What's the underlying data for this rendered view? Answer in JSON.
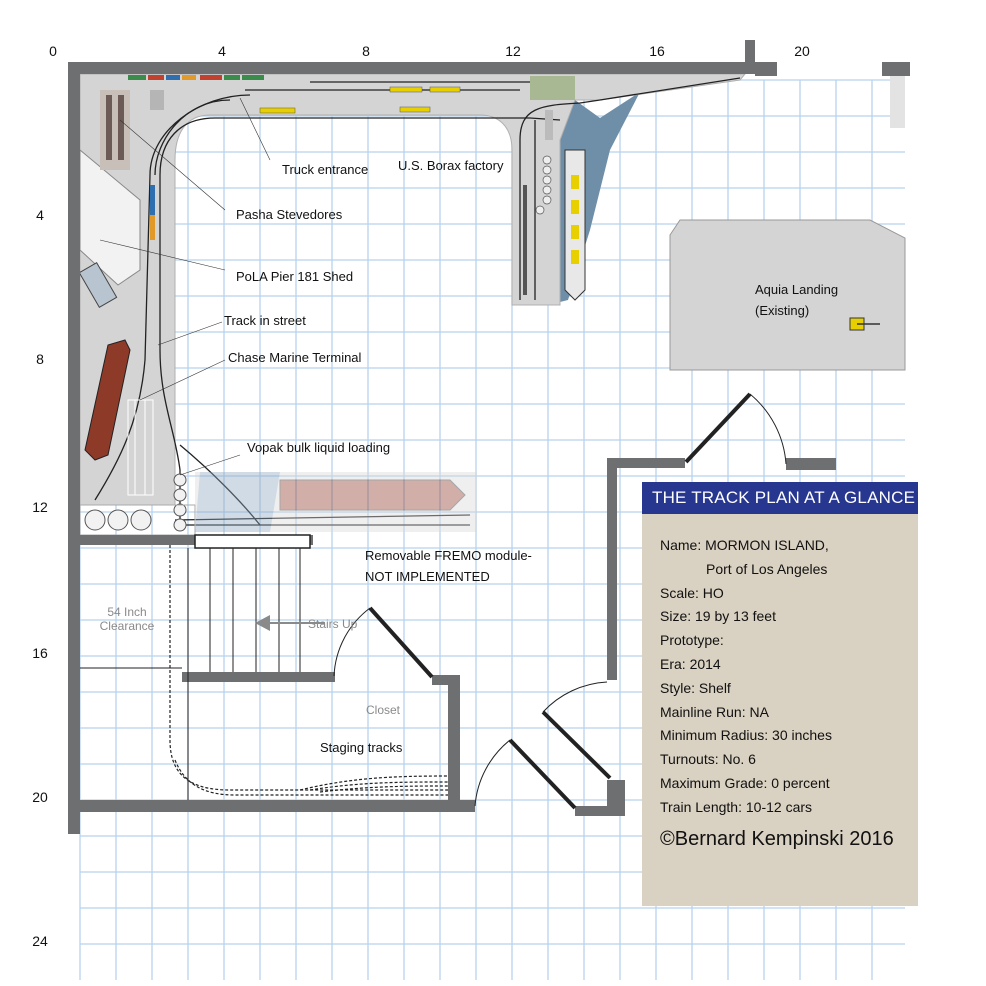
{
  "axes": {
    "x_ticks": [
      "0",
      "4",
      "8",
      "12",
      "16",
      "20"
    ],
    "y_ticks": [
      "4",
      "8",
      "12",
      "16",
      "20",
      "24"
    ]
  },
  "labels": {
    "truck_entrance": "Truck entrance",
    "borax": "U.S.  Borax factory",
    "pasha": "Pasha Stevedores",
    "pier181": "PoLA Pier 181 Shed",
    "track_street": "Track in street",
    "chase": "Chase Marine Terminal",
    "vopak": "Vopak bulk liquid loading",
    "fremo_line1": "Removable FREMO module-",
    "fremo_line2": "NOT IMPLEMENTED",
    "aquia_line1": "Aquia Landing",
    "aquia_line2": "(Existing)",
    "clearance_line1": "54 Inch",
    "clearance_line2": "Clearance",
    "stairs": "Stairs Up",
    "closet": "Closet",
    "staging": "Staging tracks"
  },
  "panel": {
    "title": "THE TRACK PLAN AT A GLANCE",
    "name_label": "Name:",
    "name_value": "MORMON ISLAND,",
    "name_value2": "Port of Los Angeles",
    "scale": "Scale:   HO",
    "size": "Size:    19  by 13 feet",
    "prototype": "Prototype:",
    "era": "Era:    2014",
    "style": "Style:   Shelf",
    "mainline": "Mainline Run:    NA",
    "radius": "Minimum Radius: 30 inches",
    "turnouts": "Turnouts:       No. 6",
    "grade": "Maximum Grade:  0 percent",
    "train_length": "Train Length:  10-12  cars",
    "copyright": "©Bernard Kempinski 2016"
  }
}
